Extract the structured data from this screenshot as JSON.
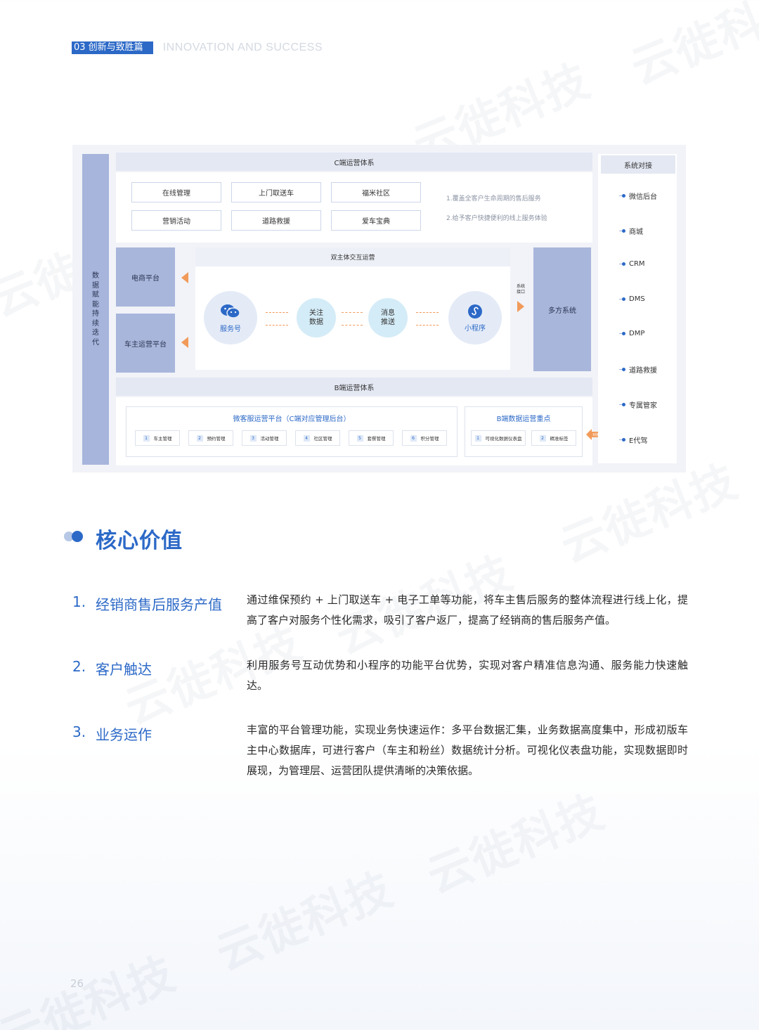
{
  "header": {
    "section_tag": "03  创新与致胜篇",
    "section_en": "INNOVATION AND SUCCESS"
  },
  "watermark": "云徙科技",
  "diagram": {
    "data_bar": "数据赋能持续迭代",
    "c_system": {
      "title": "C端运营体系",
      "buttons": [
        "在线管理",
        "上门取送车",
        "福米社区",
        "营销活动",
        "道路救援",
        "爱车宝典"
      ],
      "notes": [
        "1.覆盖全客户生命周期的售后服务",
        "2.给予客户快捷便利的线上服务体验"
      ]
    },
    "left_blocks": [
      "电商平台",
      "车主运营平台"
    ],
    "interaction": {
      "title": "双主体交互运营",
      "service_account": "服务号",
      "follow_data": "关注\n数据",
      "msg_push": "消息\n推送",
      "mini_program": "小程序",
      "sys_interface": "系统接口"
    },
    "multi_system": "多方系统",
    "b_system": {
      "title": "B端运营体系",
      "platform_title": "微客服运营平台（C端对应管理后台）",
      "platform_items": [
        {
          "n": "1",
          "label": "车主管理"
        },
        {
          "n": "2",
          "label": "预约管理"
        },
        {
          "n": "3",
          "label": "活动管理"
        },
        {
          "n": "4",
          "label": "社区管理"
        },
        {
          "n": "5",
          "label": "套餐管理"
        },
        {
          "n": "6",
          "label": "积分管理"
        }
      ],
      "data_title": "B端数据运营重点",
      "data_items": [
        {
          "n": "1",
          "label": "可视化数据仪表盘"
        },
        {
          "n": "2",
          "label": "精准标签"
        }
      ],
      "dual_label": "对接"
    },
    "system_integration": {
      "title": "系统对接",
      "items": [
        "微信后台",
        "商城",
        "CRM",
        "DMS",
        "DMP",
        "道路救援",
        "专属管家",
        "E代驾"
      ]
    }
  },
  "core_value": {
    "title": "核心价值",
    "items": [
      {
        "num": "1.",
        "title": "经销商售后服务产值",
        "body": "通过维保预约 + 上门取送车 + 电子工单等功能，将车主售后服务的整体流程进行线上化，提高了客户对服务个性化需求，吸引了客户返厂，提高了经销商的售后服务产值。"
      },
      {
        "num": "2.",
        "title": "客户触达",
        "body": "利用服务号互动优势和小程序的功能平台优势，实现对客户精准信息沟通、服务能力快速触达。"
      },
      {
        "num": "3.",
        "title": "业务运作",
        "body": "丰富的平台管理功能，实现业务快速运作：多平台数据汇集，业务数据高度集中，形成初版车主中心数据库，可进行客户（车主和粉丝）数据统计分析。可视化仪表盘功能，实现数据即时展现，为管理层、运营团队提供清晰的决策依据。"
      }
    ]
  },
  "page_number": "26",
  "colors": {
    "accent": "#2c69c7",
    "block": "#a9b6db",
    "arrow": "#f19a5a"
  }
}
